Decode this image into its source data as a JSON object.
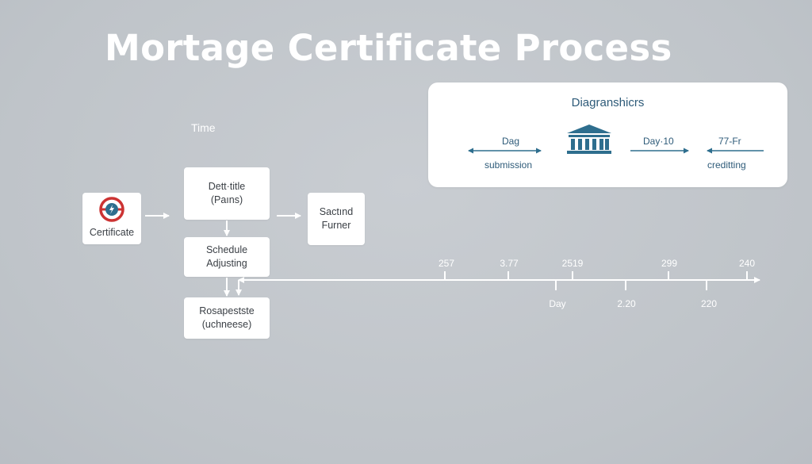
{
  "title": "Mortage Certificate Process",
  "time_label": "Time",
  "flow": {
    "certificate": {
      "label": "Certificate"
    },
    "debt_title": {
      "line1": "Dett·title",
      "line2": "(Paıns)"
    },
    "second_furner": {
      "line1": "Sactınd",
      "line2": "Furner"
    },
    "schedule": {
      "line1": "Schedule",
      "line2": "Adjusting"
    },
    "response": {
      "line1": "Rosapestste",
      "line2": "(uchneese)"
    }
  },
  "panel": {
    "title": "Diagranshicrs",
    "left_top": "Dag",
    "left_bottom": "submission",
    "middle": "Day·10",
    "right_top": "77-Fr",
    "right_bottom": "creditting"
  },
  "timeline": {
    "upper_labels": [
      "257",
      "3.77",
      "2519",
      "299",
      "240"
    ],
    "lower_labels": [
      "Day",
      "2.20",
      "220"
    ]
  },
  "colors": {
    "accent": "#2e6e8e",
    "alert_red": "#cc3333",
    "text_dark": "#3a3f45"
  }
}
